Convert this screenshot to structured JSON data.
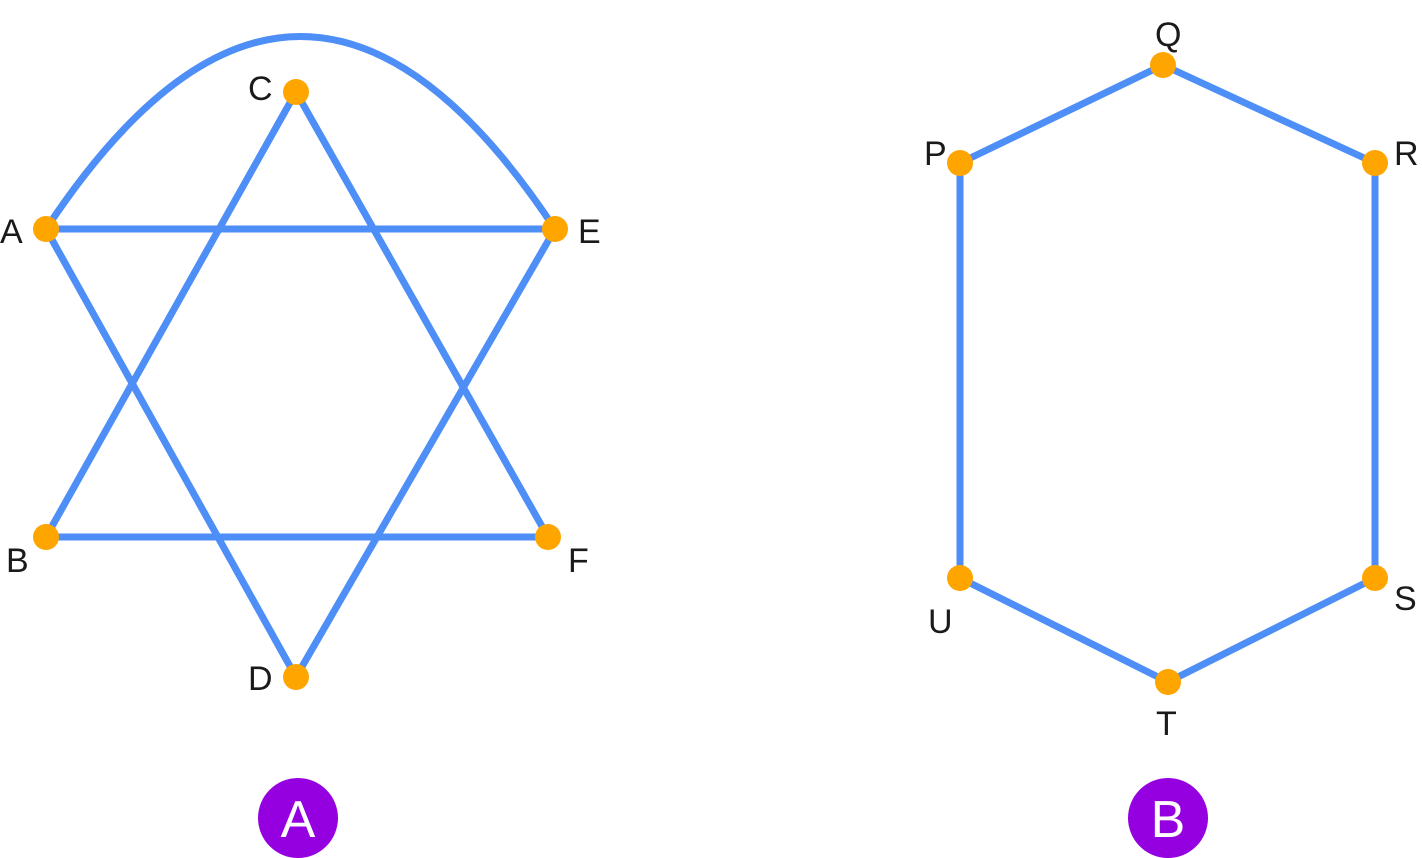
{
  "colors": {
    "edge": "#4D8EF7",
    "vertex": "#FFA500",
    "badge": "#9400E0",
    "label": "#1a1a1a"
  },
  "graphs": [
    {
      "id": "A",
      "badge_label": "A",
      "vertices": [
        "A",
        "B",
        "C",
        "D",
        "E",
        "F"
      ],
      "edges": [
        [
          "A",
          "E"
        ],
        [
          "A",
          "E"
        ],
        [
          "B",
          "F"
        ],
        [
          "A",
          "D"
        ],
        [
          "C",
          "B"
        ],
        [
          "C",
          "F"
        ],
        [
          "E",
          "D"
        ]
      ]
    },
    {
      "id": "B",
      "badge_label": "B",
      "vertices": [
        "P",
        "Q",
        "R",
        "S",
        "T",
        "U"
      ],
      "edges": [
        [
          "P",
          "Q"
        ],
        [
          "Q",
          "R"
        ],
        [
          "R",
          "S"
        ],
        [
          "S",
          "T"
        ],
        [
          "T",
          "U"
        ],
        [
          "U",
          "P"
        ]
      ]
    }
  ]
}
